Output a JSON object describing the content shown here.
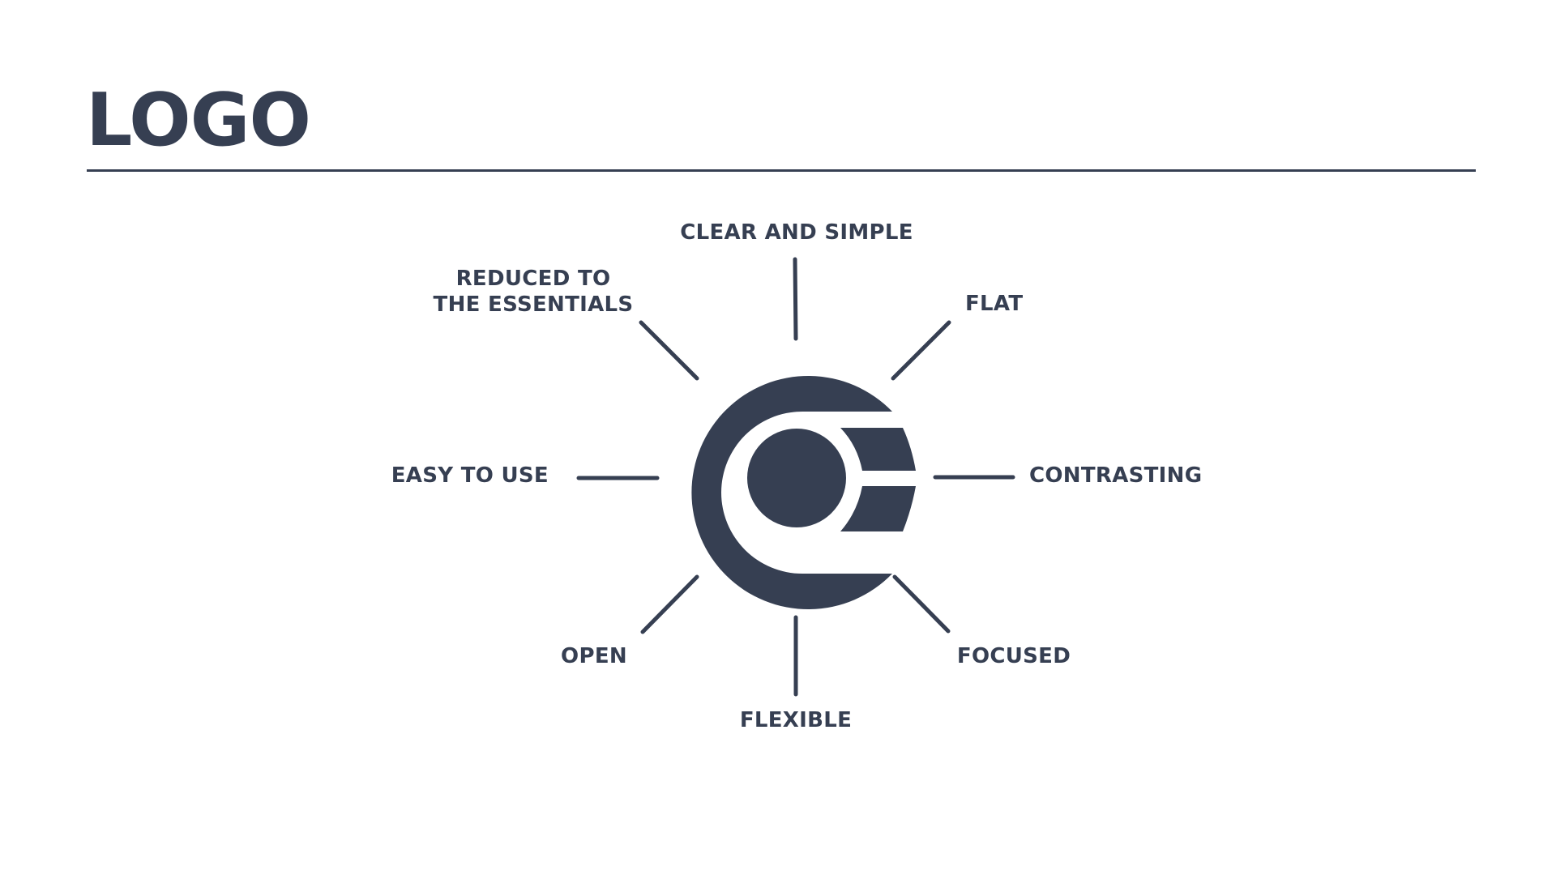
{
  "page": {
    "title": "LOGO"
  },
  "diagram": {
    "center_mark": "logo-c-mark",
    "labels": {
      "top": "CLEAR AND SIMPLE",
      "top_left_line1": "REDUCED TO",
      "top_left_line2": "THE ESSENTIALS",
      "top_right": "FLAT",
      "left": "EASY TO USE",
      "right": "CONTRASTING",
      "bottom_left": "OPEN",
      "bottom_right": "FOCUSED",
      "bottom": "FLEXIBLE"
    }
  },
  "colors": {
    "ink": "#363f52",
    "background": "#ffffff"
  }
}
